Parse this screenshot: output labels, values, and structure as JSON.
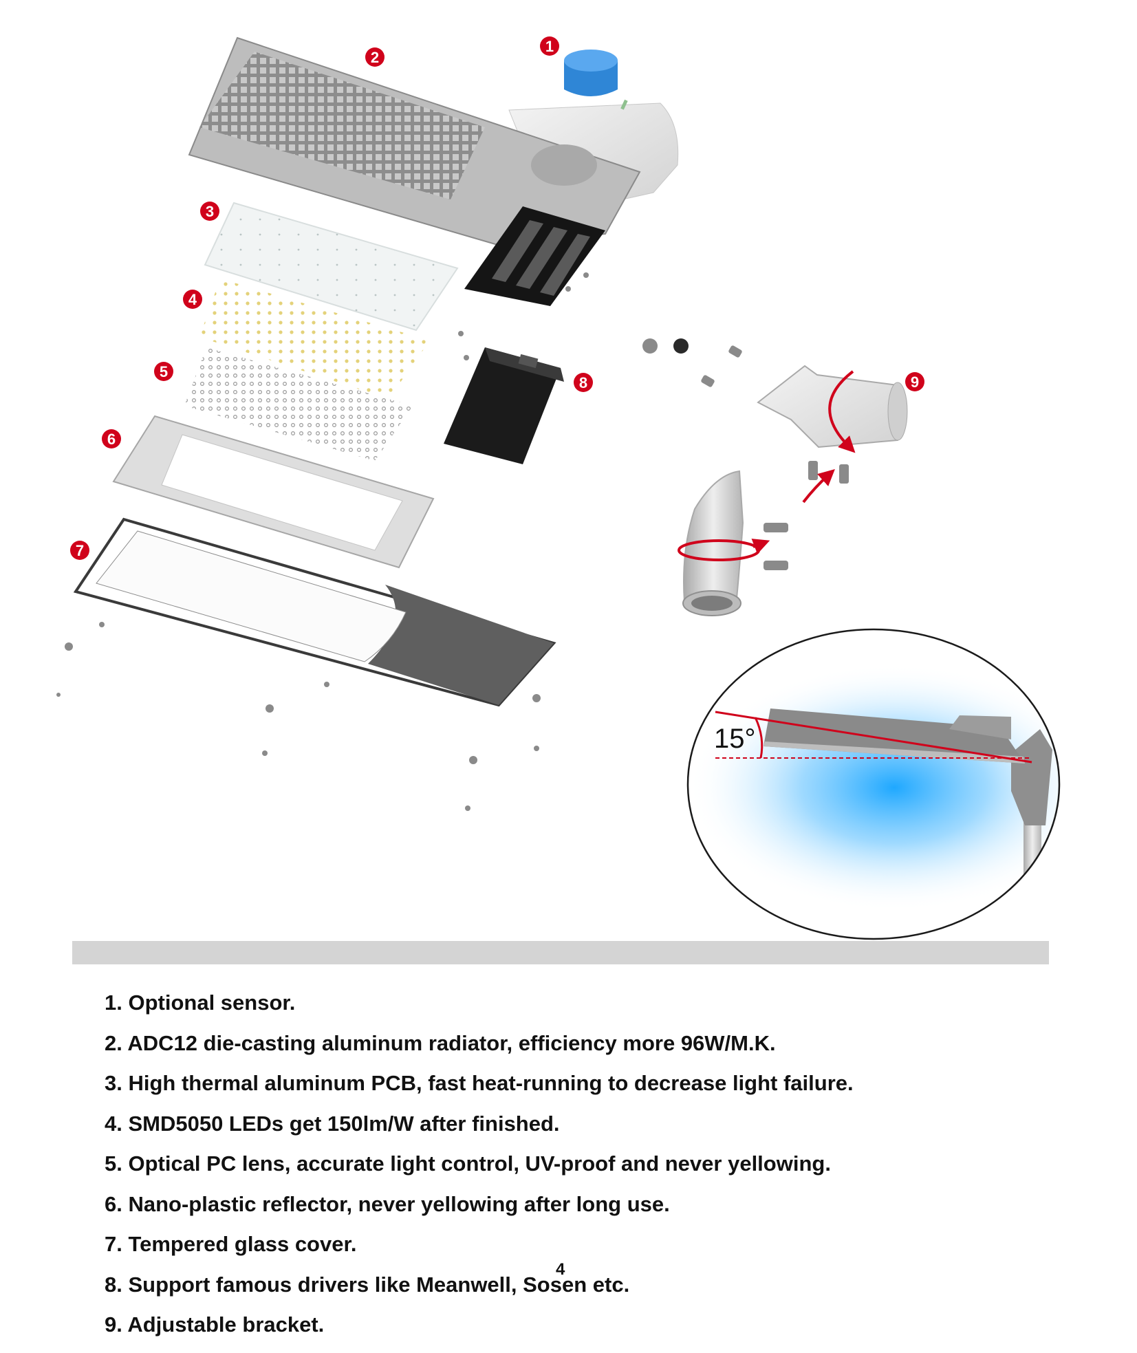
{
  "illustration": {
    "markers": [
      "1",
      "2",
      "3",
      "4",
      "5",
      "6",
      "7",
      "8",
      "9"
    ],
    "tilt_angle_label": "15°",
    "marker_color": "#d0021b",
    "arrow_color": "#d0021b",
    "glow_color": "#1fa8ff",
    "sensor_color": "#2f86d6"
  },
  "features": [
    "1. Optional sensor.",
    "2. ADC12 die-casting aluminum radiator, efficiency more 96W/M.K.",
    "3. High thermal aluminum PCB, fast heat-running to decrease light failure.",
    "4. SMD5050 LEDs get 150lm/W after finished.",
    "5. Optical PC lens, accurate light control, UV-proof and never yellowing.",
    "6. Nano-plastic reflector, never yellowing after long use.",
    "7. Tempered glass cover.",
    "8. Support famous drivers like Meanwell, Sosen etc.",
    "9. Adjustable bracket."
  ],
  "page_number": "4"
}
